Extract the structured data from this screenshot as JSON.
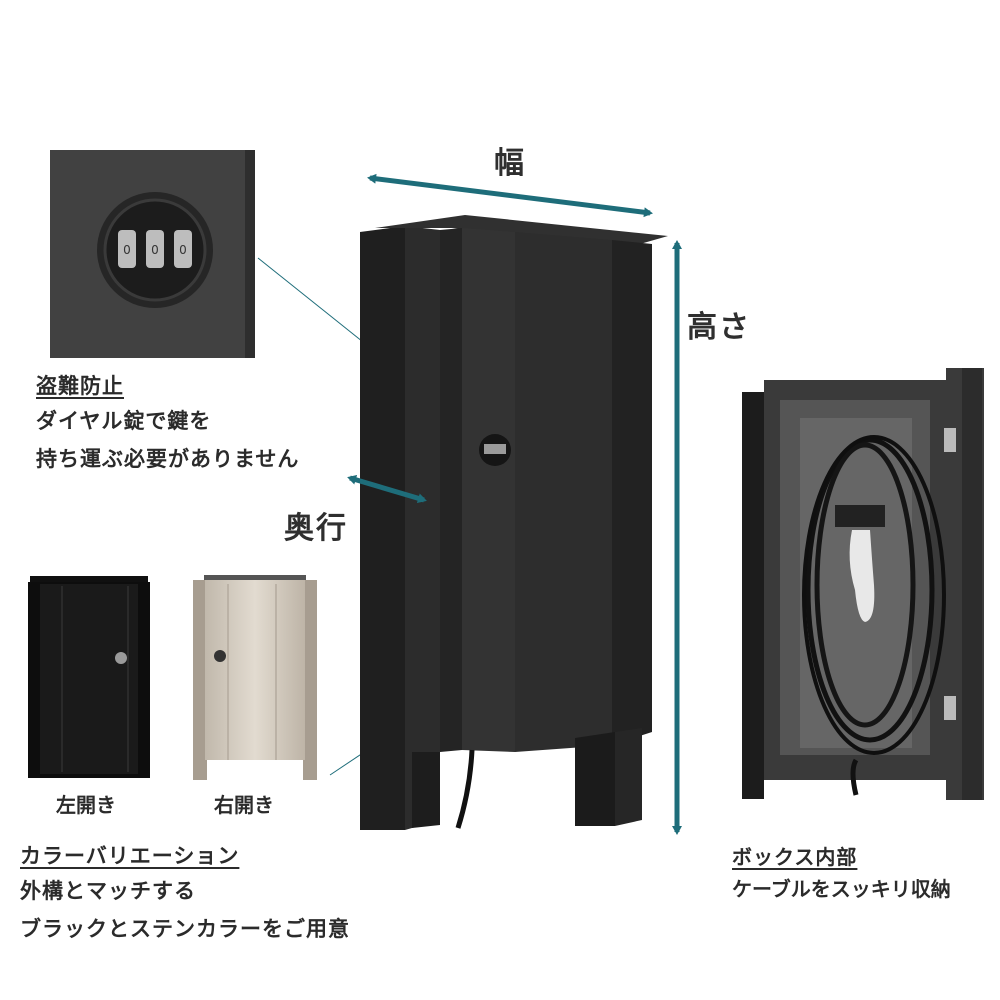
{
  "dimensions": {
    "width_label": "幅",
    "height_label": "高さ",
    "depth_label": "奥行"
  },
  "features": {
    "anti_theft": {
      "heading": "盗難防止",
      "lines": [
        "ダイヤル錠で鍵を",
        "持ち運ぶ必要がありません"
      ]
    },
    "color_variation": {
      "heading": "カラーバリエーション",
      "lines": [
        "外構とマッチする",
        "ブラックとステンカラーをご用意"
      ]
    },
    "box_interior": {
      "heading": "ボックス内部",
      "lines": [
        "ケーブルをスッキリ収納"
      ]
    }
  },
  "variants": {
    "left_open": "左開き",
    "right_open": "右開き"
  },
  "colors": {
    "arrow": "#1e6d7a",
    "cabinet_black": "#262626",
    "stainless": "#cfc7bb"
  }
}
